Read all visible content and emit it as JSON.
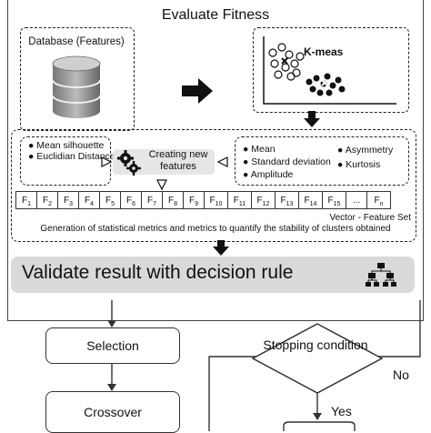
{
  "title": "Evaluate Fitness",
  "database": {
    "label": "Database (Features)"
  },
  "kmeans": {
    "label": "K-meas"
  },
  "left_metrics": [
    "Mean silhouette",
    "Euclidian Distance"
  ],
  "right_metrics": {
    "col1": [
      "Mean",
      "Standard deviation",
      "Amplitude"
    ],
    "col2": [
      "Asymmetry",
      "Kurtosis"
    ]
  },
  "creating": {
    "label": "Creating new features"
  },
  "features": [
    "F1",
    "F2",
    "F3",
    "F4",
    "F5",
    "F6",
    "F7",
    "F8",
    "F9",
    "F10",
    "F11",
    "F12",
    "F13",
    "F14",
    "F15",
    "...",
    "Fn"
  ],
  "vector_label": "Vector - Feature Set",
  "generation_label": "Generation of statistical metrics and metrics to quantify the stability of clusters obtained",
  "validate_label": "Validate result with decision rule",
  "selection_label": "Selection",
  "crossover_label": "Crossover",
  "stopping_label": "Stopping condition",
  "no_label": "No",
  "yes_label": "Yes"
}
